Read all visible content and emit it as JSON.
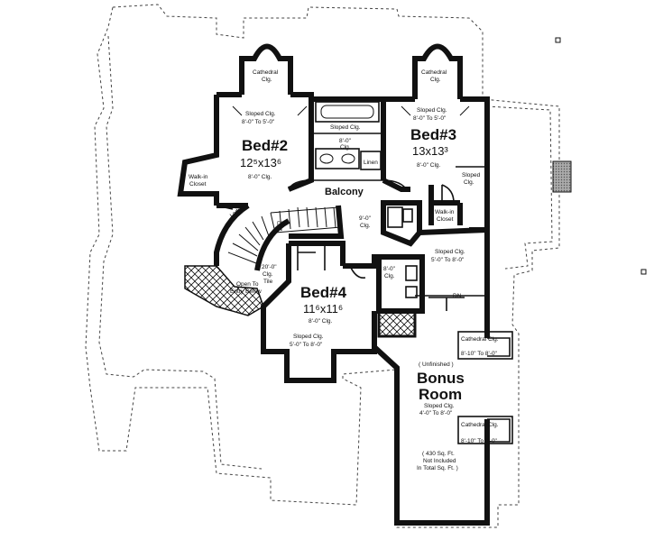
{
  "labels": {
    "bed2_name": "Bed#2",
    "bed2_dim": "12⁵x13⁶",
    "bed2_clg": "8'-0\" Clg.",
    "bed2_slope1": "Sloped Clg.",
    "bed2_slope2": "8'-0\" To 5'-0\"",
    "bed2_cath1": "Cathedral",
    "bed2_cath2": "Clg.",
    "walkin_left1": "Walk-in",
    "walkin_left2": "Closet",
    "bed3_name": "Bed#3",
    "bed3_dim": "13x13³",
    "bed3_clg": "8'-0\" Clg.",
    "bed3_slope1": "Sloped Clg.",
    "bed3_slope2": "8'-0\" To 5'-0\"",
    "bed3_cath1": "Cathedral",
    "bed3_cath2": "Clg.",
    "bed3_side_slope1": "Sloped",
    "bed3_side_slope2": "Clg.",
    "walkin_right1": "Walk-in",
    "walkin_right2": "Closet",
    "bath_slope": "Sloped Clg.",
    "bath_clg1": "8'-0\"",
    "bath_clg2": "Clg.",
    "linen": "Linen",
    "balcony": "Balcony",
    "balcony_clg1": "9'-0\"",
    "balcony_clg2": "Clg.",
    "dn_stair": "DN",
    "ledge": "Ledge",
    "open1": "20'-0\"",
    "open2": "Clg.",
    "open3": "Tile",
    "open4": "Open To",
    "open5": "Entry Below",
    "hall_slope1": "Sloped Clg.",
    "hall_slope2": "5'-0\" To 8'-0\"",
    "bath2_clg1": "8'-0\"",
    "bath2_clg2": "Clg.",
    "dn_bonus": "DN",
    "bed4_name": "Bed#4",
    "bed4_dim": "11⁶x11⁶",
    "bed4_clg": "8'-0\" Clg.",
    "bed4_slope1": "Sloped Clg.",
    "bed4_slope2": "5'-0\" To 8'-0\"",
    "unfinished": "( Unfinished )",
    "bonus1": "Bonus",
    "bonus2": "Room",
    "bonus_slope1": "Sloped Clg.",
    "bonus_slope2": "4'-0\" To 8'-0\"",
    "bonus_cath1a": "Cathedral Clg.",
    "bonus_cath1b": "8'-10\" To 8'-0\"",
    "bonus_cath2a": "Cathedral Clg.",
    "bonus_cath2b": "8'-10\" To 8'-0\"",
    "sqft1": "( 430 Sq. Ft.",
    "sqft2": "Not Included",
    "sqft3": "In Total Sq. Ft. )"
  }
}
